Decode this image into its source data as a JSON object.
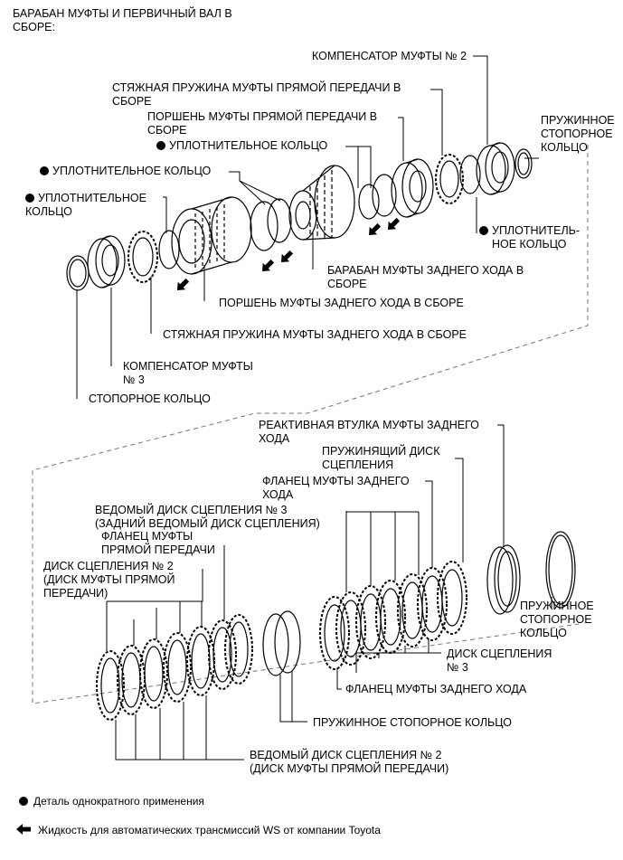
{
  "title": "БАРАБАН МУФТЫ И ПЕРВИЧНЫЙ ВАЛ В\nСБОРЕ:",
  "labels": {
    "comp2": "КОМПЕНСАТОР МУФТЫ № 2",
    "spring_direct": "СТЯЖНАЯ ПРУЖИНА МУФТЫ ПРЯМОЙ ПЕРЕДАЧИ В\nСБОРЕ",
    "piston_direct": "ПОРШЕНЬ МУФТЫ ПРЯМОЙ ПЕРЕДАЧИ В\nСБОРЕ",
    "oring_a": "УПЛОТНИТЕЛЬНОЕ КОЛЬЦО",
    "oring_b": "УПЛОТНИТЕЛЬНОЕ КОЛЬЦО",
    "oring_c": "УПЛОТНИТЕЛЬНОЕ\nКОЛЬЦО",
    "snap_top": "ПРУЖИННОЕ\nСТОПОРНОЕ\nКОЛЬЦО",
    "oring_d": "УПЛОТНИТЕЛЬ-\nНОЕ КОЛЬЦО",
    "drum_rev": "БАРАБАН МУФТЫ ЗАДНЕГО ХОДА В\nСБОРЕ",
    "piston_rev": "ПОРШЕНЬ МУФТЫ ЗАДНЕГО ХОДА В СБОРЕ",
    "spring_rev": "СТЯЖНАЯ ПРУЖИНА МУФТЫ ЗАДНЕГО ХОДА В СБОРЕ",
    "comp3": "КОМПЕНСАТОР МУФТЫ\n№ 3",
    "snap_ring": "СТОПОРНОЕ КОЛЬЦО",
    "react_sleeve": "РЕАКТИВНАЯ ВТУЛКА МУФТЫ ЗАДНЕГО\nХОДА",
    "cushion": "ПРУЖИНЯЩИЙ ДИСК\nСЦЕПЛЕНИЯ",
    "flange_rev_top": "ФЛАНЕЦ МУФТЫ ЗАДНЕГО\nХОДА",
    "driven3": "ВЕДОМЫЙ ДИСК СЦЕПЛЕНИЯ № 3\n(ЗАДНИЙ ВЕДОМЫЙ ДИСК СЦЕПЛЕНИЯ)",
    "flange_direct": "ФЛАНЕЦ МУФТЫ\nПРЯМОЙ ПЕРЕДАЧИ",
    "disc2": "ДИСК СЦЕПЛЕНИЯ № 2\n(ДИСК МУФТЫ ПРЯМОЙ\nПЕРЕДАЧИ)",
    "snap_bottom_right": "ПРУЖИННОЕ\nСТОПОРНОЕ\nКОЛЬЦО",
    "disc3": "ДИСК СЦЕПЛЕНИЯ\n№ 3",
    "flange_rev_bottom": "ФЛАНЕЦ МУФТЫ ЗАДНЕГО ХОДА",
    "snap_mid": "ПРУЖИННОЕ СТОПОРНОЕ КОЛЬЦО",
    "driven2": "ВЕДОМЫЙ ДИСК СЦЕПЛЕНИЯ № 2\n(ДИСК МУФТЫ ПРЯМОЙ ПЕРЕДАЧИ)"
  },
  "legend": {
    "non_reusable": "Деталь однократного применения",
    "atf": "Жидкость для автоматических трансмиссий WS от компании Toyota"
  }
}
